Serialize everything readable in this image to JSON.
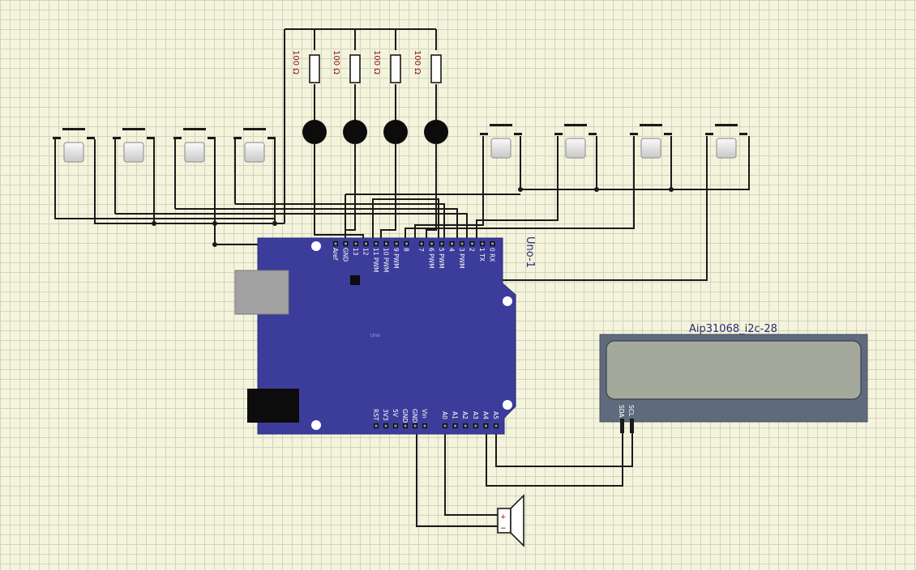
{
  "resistors": [
    {
      "label": "100 Ω"
    },
    {
      "label": "100 Ω"
    },
    {
      "label": "100 Ω"
    },
    {
      "label": "100 Ω"
    }
  ],
  "arduino": {
    "name": "Uno-1",
    "board_text": "Uno",
    "top_pins": [
      "Aref",
      "GND",
      "13",
      "12",
      "11 PWM",
      "10 PWM",
      "9 PWM",
      "8",
      "7",
      "6 PWM",
      "5 PWM",
      "4",
      "3 PWM",
      "2",
      "1 TX",
      "0 RX"
    ],
    "power_pins": [
      "RST",
      "3V3",
      "5V",
      "GND",
      "GND",
      "Vin"
    ],
    "analog_pins": [
      "A0",
      "A1",
      "A2",
      "A3",
      "A4",
      "A5"
    ]
  },
  "lcd": {
    "name": "Aip31068_i2c-28",
    "pins": [
      "SDA",
      "SCL"
    ]
  },
  "speaker": {
    "plus": "+",
    "minus": "−"
  }
}
